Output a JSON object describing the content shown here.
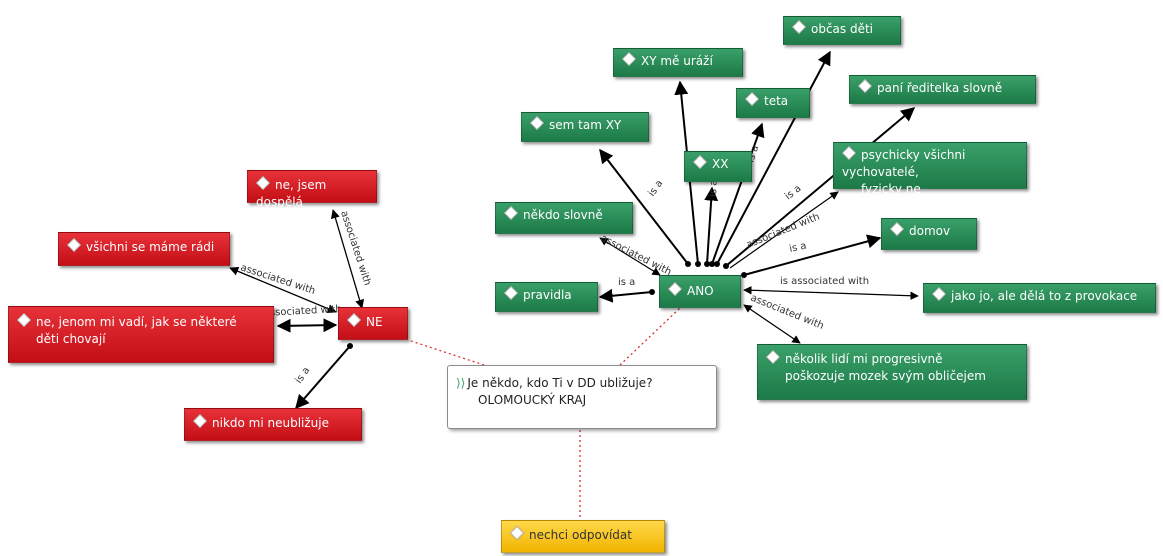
{
  "root": {
    "line1": "Je někdo, kdo Ti v DD ubližuje?",
    "line2": "OLOMOUCKÝ KRAJ",
    "icon": "question-mark-icon"
  },
  "ano": {
    "label": "ANO"
  },
  "ne": {
    "label": "NE"
  },
  "nechci": {
    "label": "nechci odpovídat"
  },
  "ano_children": [
    {
      "id": "obcas",
      "label": "občas děti"
    },
    {
      "id": "xy_urazi",
      "label": "XY mě uráží"
    },
    {
      "id": "teta",
      "label": "teta"
    },
    {
      "id": "reditelka",
      "label": "paní ředitelka slovně"
    },
    {
      "id": "sem_tam",
      "label": "sem tam XY"
    },
    {
      "id": "xx",
      "label": "XX"
    },
    {
      "id": "psychicky",
      "line1": "psychicky všichni vychovatelé,",
      "line2": "fyzicky ne"
    },
    {
      "id": "nekdo",
      "label": "někdo slovně"
    },
    {
      "id": "domov",
      "label": "domov"
    },
    {
      "id": "pravidla",
      "label": "pravidla"
    },
    {
      "id": "jako_jo",
      "label": "jako jo, ale dělá to z provokace"
    },
    {
      "id": "nekolik",
      "line1": "několik lidí mi progresivně",
      "line2": "poškozuje mozek svým obličejem"
    }
  ],
  "ne_children": [
    {
      "id": "dospela",
      "label": "ne, jsem dospělá"
    },
    {
      "id": "radi",
      "label": "všichni se máme rádi"
    },
    {
      "id": "jenom",
      "line1": "ne, jenom mi vadí, jak se některé",
      "line2": "děti chovají"
    },
    {
      "id": "nikdo",
      "label": "nikdo mi neubližuje"
    }
  ],
  "edge_labels": {
    "is_a": "is a",
    "associated_with": "associated with",
    "is_associated_with": "is associated with"
  },
  "colors": {
    "positive": "#1f8a52",
    "negative": "#d4121a",
    "neutral": "#f5c518",
    "connector": "#d9302c"
  }
}
